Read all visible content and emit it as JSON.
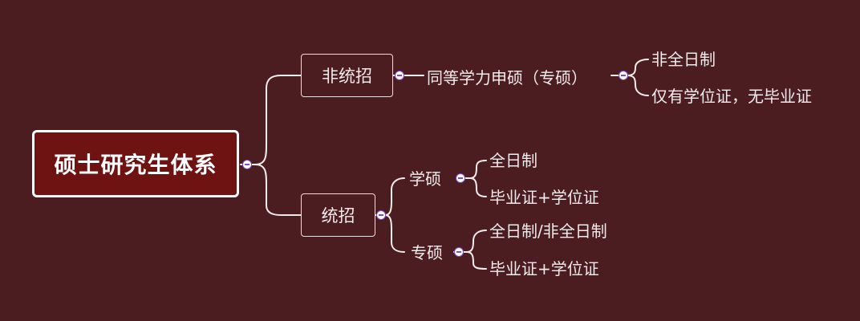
{
  "root": {
    "label": "硕士研究生体系"
  },
  "non_unified": {
    "label": "非统招",
    "child": "同等学力申硕（专硕）",
    "leaves": [
      "非全日制",
      "仅有学位证，无毕业证"
    ]
  },
  "unified": {
    "label": "统招",
    "academic": {
      "label": "学硕",
      "leaves": [
        "全日制",
        "毕业证+学位证"
      ]
    },
    "professional": {
      "label": "专硕",
      "leaves": [
        "全日制/非全日制",
        "毕业证+学位证"
      ]
    }
  },
  "colors": {
    "background": "#4c1d20",
    "root_fill": "#6e1212",
    "line": "#ffffff",
    "collapse_accent": "#7b4ac8"
  }
}
